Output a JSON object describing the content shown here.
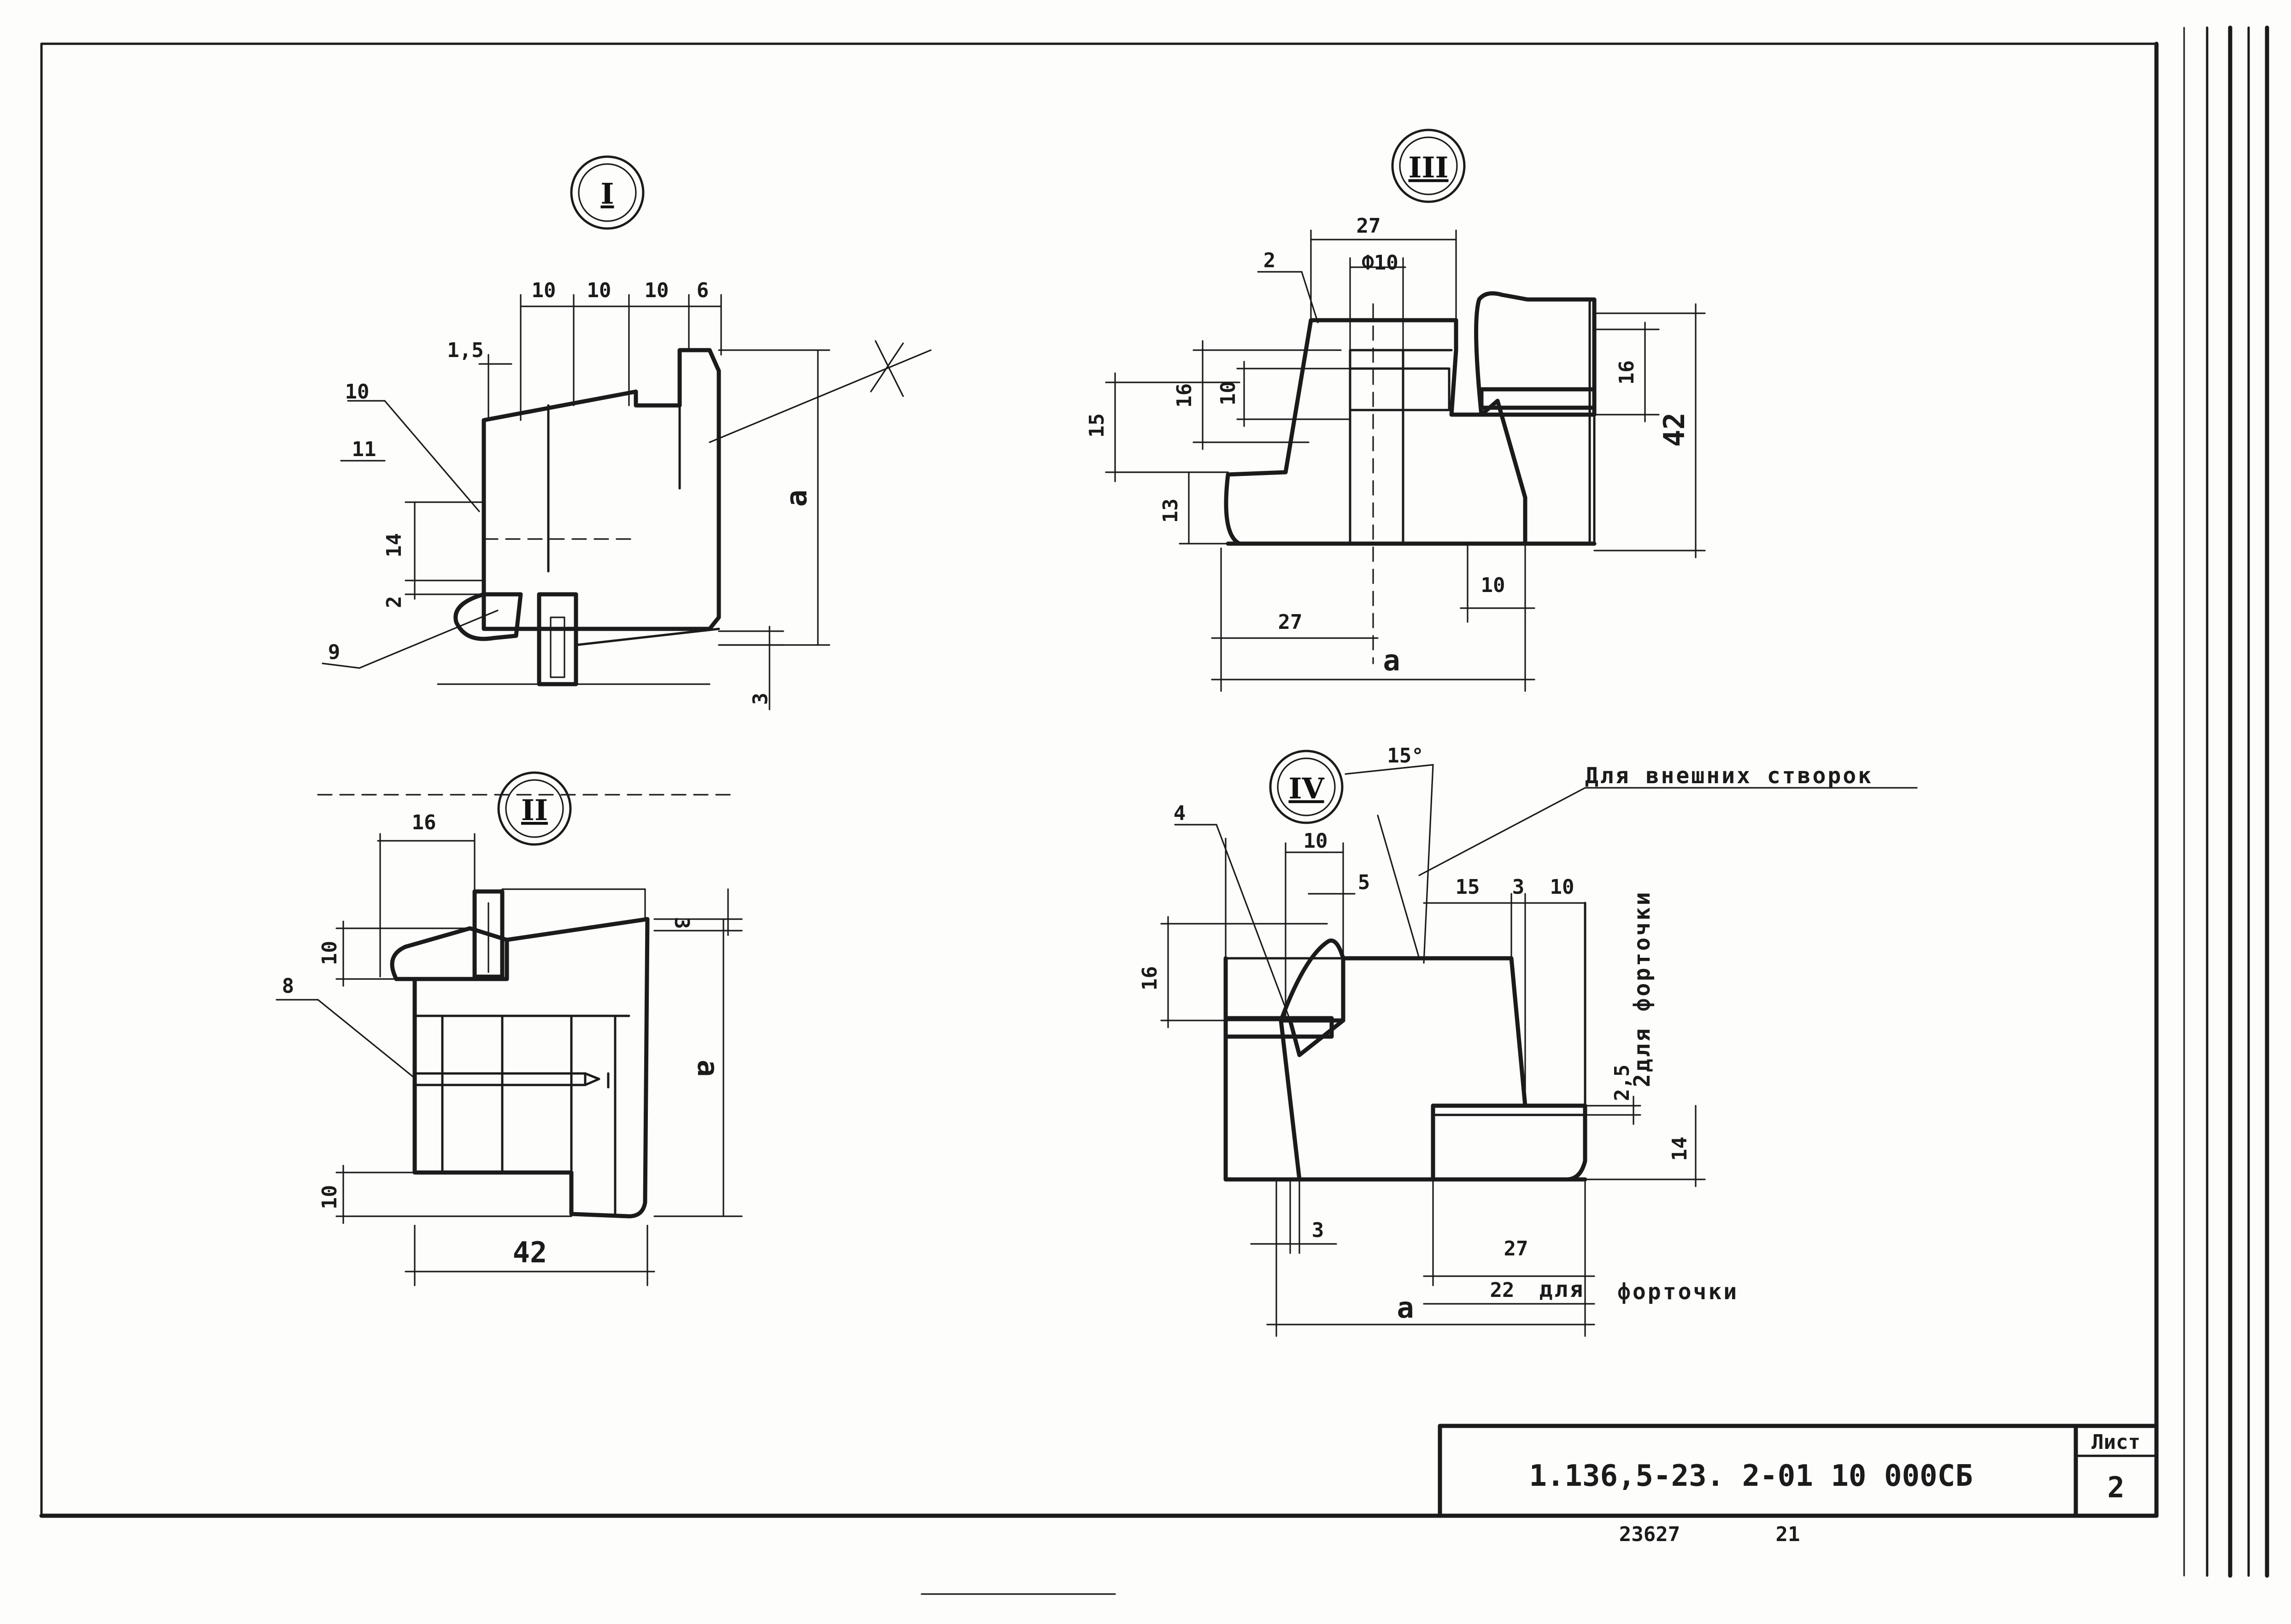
{
  "sections": {
    "s1": {
      "mark": "I",
      "dims": [
        "10",
        "10",
        "10",
        "6",
        "1,5",
        "14",
        "2",
        "3"
      ],
      "var_a": "a",
      "leaders": [
        "10",
        "11",
        "9"
      ]
    },
    "s2": {
      "mark": "II",
      "dims": [
        "16",
        "3",
        "10",
        "10",
        "42"
      ],
      "var_a": "a",
      "leaders": [
        "8"
      ]
    },
    "s3": {
      "mark": "III",
      "dims": [
        "27",
        "2",
        "Ф10",
        "16",
        "10",
        "15",
        "13",
        "16",
        "42",
        "10",
        "27"
      ],
      "var_a": "a"
    },
    "s4": {
      "mark": "IV",
      "dims": [
        "15°",
        "10",
        "5",
        "15",
        "3",
        "10",
        "16",
        "2,5",
        "14",
        "3",
        "27",
        "22"
      ],
      "var_a": "a",
      "leaders": [
        "4"
      ],
      "notes": {
        "outer": "Для внешних створок",
        "vent_side": "2для форточки",
        "vent_bottom": "для",
        "vent_word": "форточки"
      }
    }
  },
  "title_block": {
    "code": "1.136,5-23. 2-01 10 000СБ",
    "sheet_label": "Лист",
    "sheet_no": "2"
  },
  "stamp": {
    "inv_no": "23627",
    "num": "21"
  }
}
